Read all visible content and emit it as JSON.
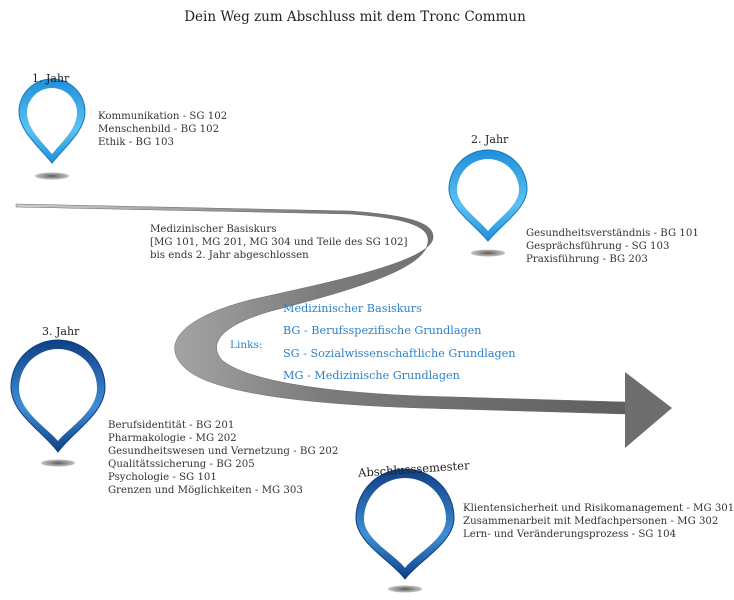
{
  "title": "Dein Weg zum Abschluss mit dem Tronc Commun",
  "stations": [
    {
      "label": "1. Jahr",
      "courses": [
        "Kommunikation - SG 102",
        "Menschenbild - BG 102",
        "Ethik - BG 103"
      ]
    },
    {
      "label": "2. Jahr",
      "courses": [
        "Gesundheitsverständnis - BG 101",
        "Gesprächsführung - SG 103",
        "Praxisführung - BG 203"
      ]
    },
    {
      "label": "3. Jahr",
      "courses": [
        "Berufsidentität - BG 201",
        "Pharmakologie - MG 202",
        "Gesundheitswesen und Vernetzung - BG 202",
        "Qualitätssicherung - BG 205",
        "Psychologie - SG 101",
        "Grenzen und Möglichkeiten - MG 303"
      ]
    },
    {
      "label": "Abschlusssemester",
      "courses": [
        "Klientensicherheit und Risikomanagement - MG 301",
        "Zusammenarbeit mit Medfachpersonen - MG 302",
        "Lern- und Veränderungsprozess - SG 104"
      ]
    }
  ],
  "basiskurs": [
    "Medizinischer Basiskurs",
    "[MG 101, MG 201, MG 304 und Teile des SG 102]",
    "bis ends 2. Jahr abgeschlossen"
  ],
  "links": {
    "label": "Links:",
    "items": [
      "Medizinischer Basiskurs",
      "BG - Berufsspezifische Grundlagen",
      "SG - Sozialwissenschaftliche Grundlagen",
      "MG - Medizinische Grundlagen"
    ]
  },
  "colors": {
    "pin_light": "#3aa8e6",
    "pin_dark": "#1a5fa8",
    "link": "#2f82c8",
    "road": "#7a7a7a"
  },
  "icons": [
    "map-pin-icon",
    "map-pin-icon",
    "map-pin-icon",
    "map-pin-icon",
    "arrow-head-icon"
  ]
}
